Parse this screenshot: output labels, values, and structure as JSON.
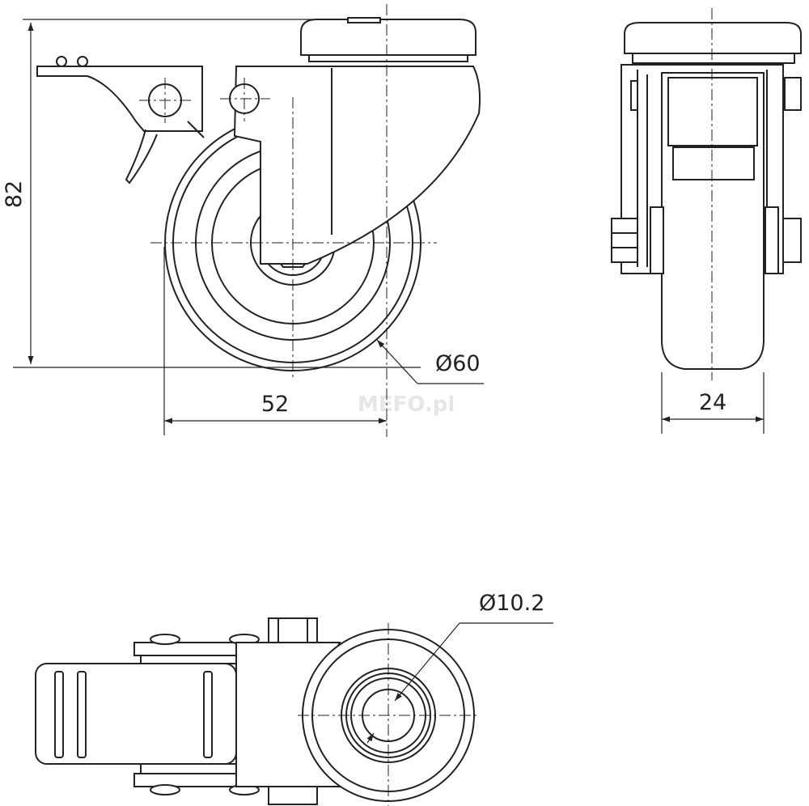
{
  "dimensions": {
    "height": "82",
    "width": "52",
    "wheel_diameter": "Ø60",
    "wheel_width": "24",
    "bolt_hole_diameter": "Ø10.2"
  },
  "watermark": "MEFO.pl",
  "colors": {
    "line": "#222222",
    "background": "#ffffff"
  }
}
